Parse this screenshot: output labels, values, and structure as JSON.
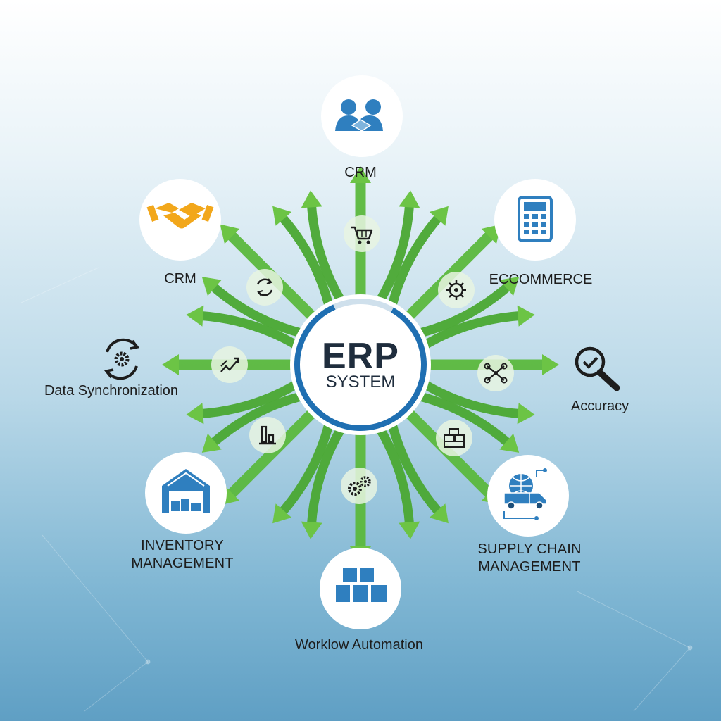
{
  "center": {
    "title": "ERP",
    "subtitle": "SYSTEM"
  },
  "modules": [
    {
      "id": "crm-top",
      "label": "CRM",
      "icon": "people-handshake-icon"
    },
    {
      "id": "ecommerce",
      "label": "ECCOMMERCE",
      "icon": "calculator-icon"
    },
    {
      "id": "accuracy",
      "label": "Accuracy",
      "icon": "magnifier-check-icon"
    },
    {
      "id": "supply-chain",
      "label": "SUPPLY CHAIN\nMANAGEMENT",
      "icon": "truck-globe-icon"
    },
    {
      "id": "workflow",
      "label": "Worklow Automation",
      "icon": "boxes-icon"
    },
    {
      "id": "inventory",
      "label": "INVENTORY\nMANAGEMENT",
      "icon": "warehouse-icon"
    },
    {
      "id": "data-sync",
      "label": "Data Synchronization",
      "icon": "sync-gear-icon"
    },
    {
      "id": "crm-left",
      "label": "CRM",
      "icon": "handshake-icon"
    }
  ],
  "spoke_icons": [
    "cart-icon",
    "gear-arrows-icon",
    "network-nodes-icon",
    "bricks-icon",
    "gears-icon",
    "chart-bars-icon",
    "trend-arrows-icon",
    "refresh-icon"
  ],
  "colors": {
    "arrow_green": "#5bb83d",
    "arrow_dark": "#3d9a2a",
    "ring_blue": "#1f6fb2",
    "icon_blue": "#2f7fbf",
    "handshake_orange": "#f2a71b",
    "text_dark": "#1d1d1d"
  }
}
